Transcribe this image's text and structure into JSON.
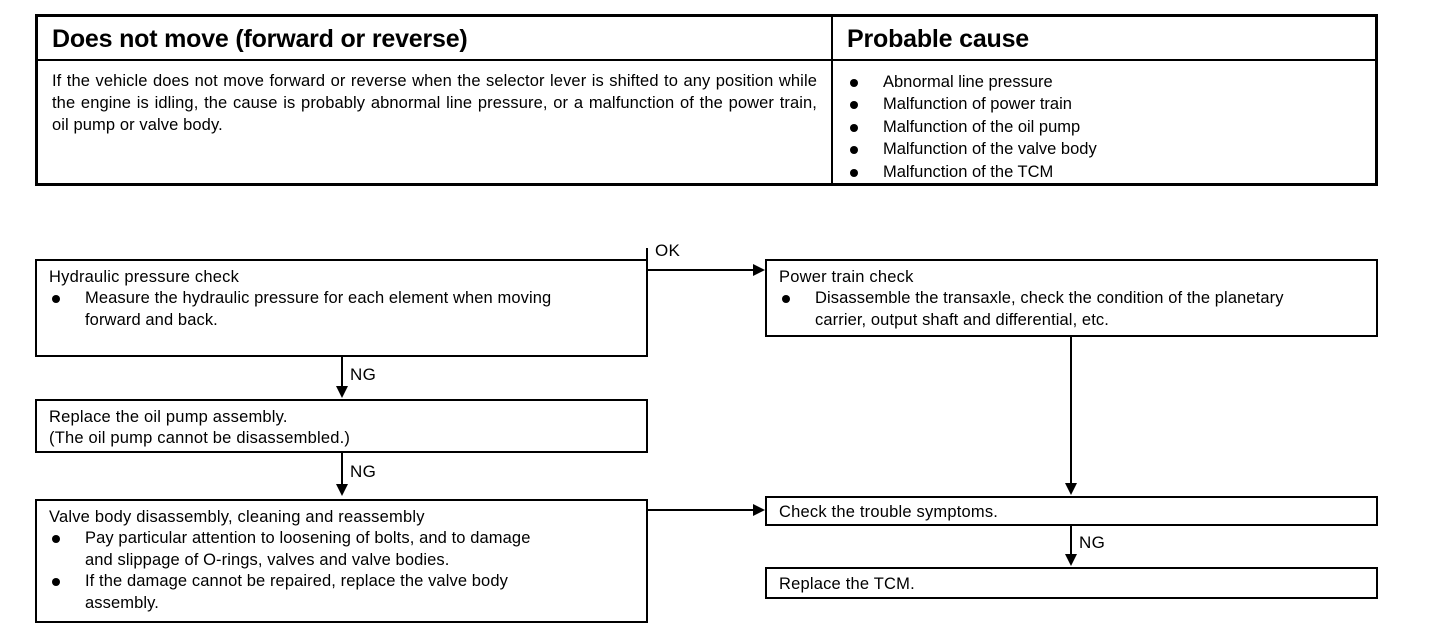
{
  "symptom_table": {
    "columns": [
      "Does not move (forward or reverse)",
      "Probable cause"
    ],
    "description": "If the vehicle does not move forward or reverse when the selector lever is shifted to any position while the engine is idling, the cause is probably abnormal line pressure, or a malfunction of the power train, oil pump or valve body.",
    "causes": [
      "Abnormal line pressure",
      "Malfunction of power train",
      "Malfunction of the oil pump",
      "Malfunction of the valve body",
      "Malfunction of the TCM"
    ]
  },
  "flow": {
    "hydraulic_check": {
      "title": "Hydraulic pressure check",
      "bullets": [
        {
          "line1": "Measure the hydraulic pressure for each element when moving",
          "line2": "forward and back."
        }
      ]
    },
    "oil_pump": {
      "line1": "Replace the oil pump assembly.",
      "line2": "(The oil pump cannot be disassembled.)"
    },
    "valve_body": {
      "title": "Valve body disassembly, cleaning and reassembly",
      "bullets": [
        {
          "line1": "Pay particular attention to loosening of bolts, and to damage",
          "line2": "and slippage of O-rings, valves and valve bodies."
        },
        {
          "line1": "If the damage cannot be repaired, replace the valve body",
          "line2": "assembly."
        }
      ]
    },
    "power_train": {
      "title": "Power train check",
      "bullets": [
        {
          "line1": "Disassemble the transaxle, check the condition of the planetary",
          "line2": "carrier, output shaft and differential, etc."
        }
      ]
    },
    "trouble_symptoms": {
      "text": "Check the trouble symptoms."
    },
    "replace_tcm": {
      "text": "Replace the TCM."
    },
    "labels": {
      "ok": "OK",
      "ng_hydraulic_to_oilpump": "NG",
      "ng_oilpump_to_valvebody": "NG",
      "ng_symptoms_to_tcm": "NG"
    }
  },
  "colors": {
    "ink": "#000000",
    "paper": "#ffffff"
  }
}
